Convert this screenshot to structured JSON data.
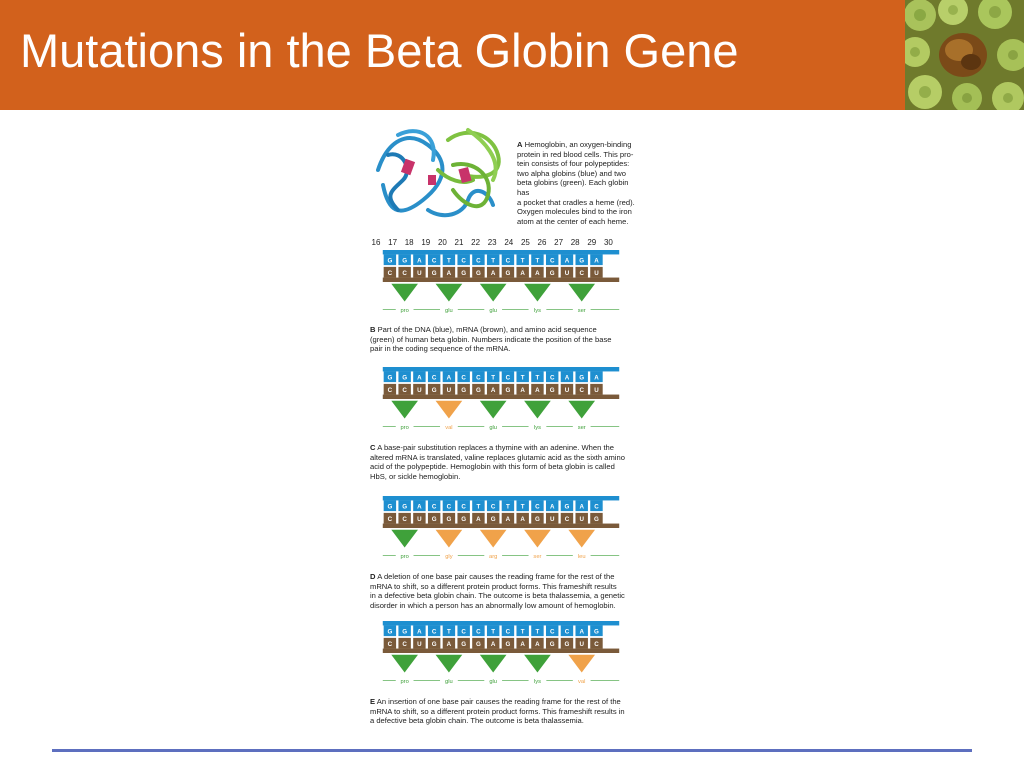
{
  "slide": {
    "title": "Mutations in the Beta Globin Gene",
    "colors": {
      "header": "#d2611c",
      "dna": "#1e8fd0",
      "mrna": "#7a5a3a",
      "aa_normal": "#3fa13a",
      "aa_changed": "#f0a24a",
      "rule": "#5d6fbf"
    }
  },
  "figure": {
    "panelA": {
      "letter": "A",
      "caption_lines": [
        "Hemoglobin, an oxygen-binding",
        "protein in red blood cells. This pro-",
        "tein consists of four polypeptides:",
        "two alpha globins (blue) and two",
        "beta globins (green). Each globin has",
        "a pocket that cradles a heme (red).",
        "Oxygen molecules bind to the iron",
        "atom at the center of each heme."
      ]
    },
    "positions": [
      "16",
      "17",
      "18",
      "19",
      "20",
      "21",
      "22",
      "23",
      "24",
      "25",
      "26",
      "27",
      "28",
      "29",
      "30"
    ],
    "panels": [
      {
        "id": "B",
        "dna": [
          "G",
          "G",
          "A",
          "C",
          "T",
          "C",
          "C",
          "T",
          "C",
          "T",
          "T",
          "C",
          "A",
          "G",
          "A"
        ],
        "mrna": [
          "C",
          "C",
          "U",
          "G",
          "A",
          "G",
          "G",
          "A",
          "G",
          "A",
          "A",
          "G",
          "U",
          "C",
          "U"
        ],
        "aa": [
          {
            "label": "pro",
            "changed": false
          },
          {
            "label": "glu",
            "changed": false
          },
          {
            "label": "glu",
            "changed": false
          },
          {
            "label": "lys",
            "changed": false
          },
          {
            "label": "ser",
            "changed": false
          }
        ],
        "caption_lines": [
          "Part of the DNA (blue), mRNA (brown), and amino acid sequence",
          "(green) of human beta globin. Numbers indicate the position of the base",
          "pair in the coding sequence of the mRNA."
        ]
      },
      {
        "id": "C",
        "dna": [
          "G",
          "G",
          "A",
          "C",
          "A",
          "C",
          "C",
          "T",
          "C",
          "T",
          "T",
          "C",
          "A",
          "G",
          "A"
        ],
        "mrna": [
          "C",
          "C",
          "U",
          "G",
          "U",
          "G",
          "G",
          "A",
          "G",
          "A",
          "A",
          "G",
          "U",
          "C",
          "U"
        ],
        "aa": [
          {
            "label": "pro",
            "changed": false
          },
          {
            "label": "val",
            "changed": true
          },
          {
            "label": "glu",
            "changed": false
          },
          {
            "label": "lys",
            "changed": false
          },
          {
            "label": "ser",
            "changed": false
          }
        ],
        "caption_lines": [
          "A base-pair substitution replaces a thymine with an adenine. When the",
          "altered mRNA is translated, valine replaces glutamic acid as the sixth amino",
          "acid of the polypeptide. Hemoglobin with this form of beta globin is called",
          "HbS, or sickle hemoglobin."
        ]
      },
      {
        "id": "D",
        "dna": [
          "G",
          "G",
          "A",
          "C",
          "C",
          "C",
          "T",
          "C",
          "T",
          "T",
          "C",
          "A",
          "G",
          "A",
          "C"
        ],
        "mrna": [
          "C",
          "C",
          "U",
          "G",
          "G",
          "G",
          "A",
          "G",
          "A",
          "A",
          "G",
          "U",
          "C",
          "U",
          "G"
        ],
        "aa": [
          {
            "label": "pro",
            "changed": false
          },
          {
            "label": "gly",
            "changed": true
          },
          {
            "label": "arg",
            "changed": true
          },
          {
            "label": "ser",
            "changed": true
          },
          {
            "label": "leu",
            "changed": true
          }
        ],
        "caption_lines": [
          "A deletion of one base pair causes the reading frame for the rest of the",
          "mRNA to shift, so a different protein product forms. This frameshift results",
          "in a defective beta globin chain. The outcome is beta thalassemia, a genetic",
          "disorder in which a person has an abnormally low amount of hemoglobin."
        ]
      },
      {
        "id": "E",
        "dna": [
          "G",
          "G",
          "A",
          "C",
          "T",
          "C",
          "C",
          "T",
          "C",
          "T",
          "T",
          "C",
          "C",
          "A",
          "G"
        ],
        "mrna": [
          "C",
          "C",
          "U",
          "G",
          "A",
          "G",
          "G",
          "A",
          "G",
          "A",
          "A",
          "G",
          "G",
          "U",
          "C"
        ],
        "aa": [
          {
            "label": "pro",
            "changed": false
          },
          {
            "label": "glu",
            "changed": false
          },
          {
            "label": "glu",
            "changed": false
          },
          {
            "label": "lys",
            "changed": false
          },
          {
            "label": "val",
            "changed": true
          }
        ],
        "caption_lines": [
          "An insertion of one base pair causes the reading frame for the rest of the",
          "mRNA to shift, so a different protein product forms. This frameshift results in",
          "a defective beta globin chain. The outcome is beta thalassemia."
        ]
      }
    ]
  }
}
